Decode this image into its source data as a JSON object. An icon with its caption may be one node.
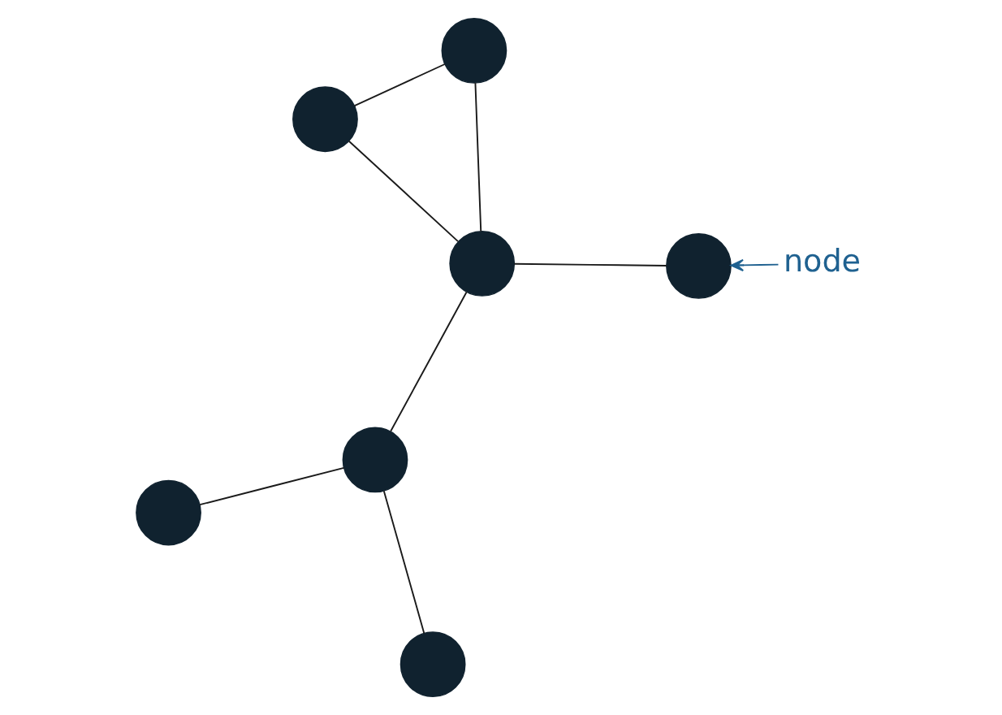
{
  "diagram": {
    "nodes": [
      {
        "text": [],
        "shape": "circle"
      },
      {
        "text": [],
        "shape": "circle"
      },
      {
        "text": [],
        "shape": "circle"
      },
      {
        "text": [],
        "shape": "circle"
      },
      {
        "text": [],
        "shape": "circle"
      },
      {
        "text": [],
        "shape": "circle"
      },
      {
        "text": [],
        "shape": "circle"
      },
      {
        "text": [
          "node"
        ]
      }
    ],
    "edges": [
      {
        "from": 0,
        "to": 1,
        "arrow": "none"
      },
      {
        "from": 0,
        "to": 3,
        "arrow": "none"
      },
      {
        "from": 1,
        "to": 3,
        "arrow": "none"
      },
      {
        "from": 3,
        "to": 4,
        "arrow": "none"
      },
      {
        "from": 3,
        "to": 5,
        "arrow": "none"
      },
      {
        "from": 4,
        "to": 2,
        "arrow": "none"
      },
      {
        "from": 4,
        "to": 6,
        "arrow": "none"
      },
      {
        "from": 7,
        "to": 5,
        "arrow": "to",
        "color": "#1f6190"
      }
    ]
  }
}
